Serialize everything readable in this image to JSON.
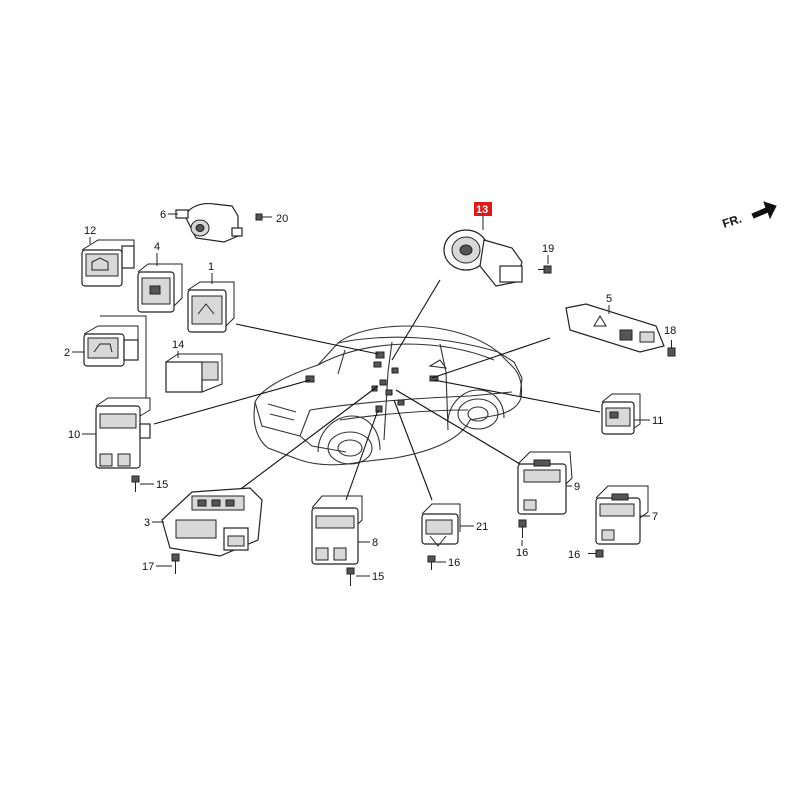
{
  "colors": {
    "line": "#222222",
    "highlight": "#e01818",
    "background": "#ffffff"
  },
  "direction_label": "FR.",
  "highlighted_part": "13",
  "callouts": [
    {
      "id": "1",
      "label": "1"
    },
    {
      "id": "2",
      "label": "2"
    },
    {
      "id": "3",
      "label": "3"
    },
    {
      "id": "4",
      "label": "4"
    },
    {
      "id": "5",
      "label": "5"
    },
    {
      "id": "6",
      "label": "6"
    },
    {
      "id": "7",
      "label": "7"
    },
    {
      "id": "8",
      "label": "8"
    },
    {
      "id": "9",
      "label": "9"
    },
    {
      "id": "10",
      "label": "10"
    },
    {
      "id": "11",
      "label": "11"
    },
    {
      "id": "12",
      "label": "12"
    },
    {
      "id": "13",
      "label": "13"
    },
    {
      "id": "14",
      "label": "14"
    },
    {
      "id": "15a",
      "label": "15"
    },
    {
      "id": "15b",
      "label": "15"
    },
    {
      "id": "16a",
      "label": "16"
    },
    {
      "id": "16b",
      "label": "16"
    },
    {
      "id": "16c",
      "label": "16"
    },
    {
      "id": "17",
      "label": "17"
    },
    {
      "id": "18",
      "label": "18"
    },
    {
      "id": "19",
      "label": "19"
    },
    {
      "id": "20",
      "label": "20"
    },
    {
      "id": "21",
      "label": "21"
    }
  ]
}
